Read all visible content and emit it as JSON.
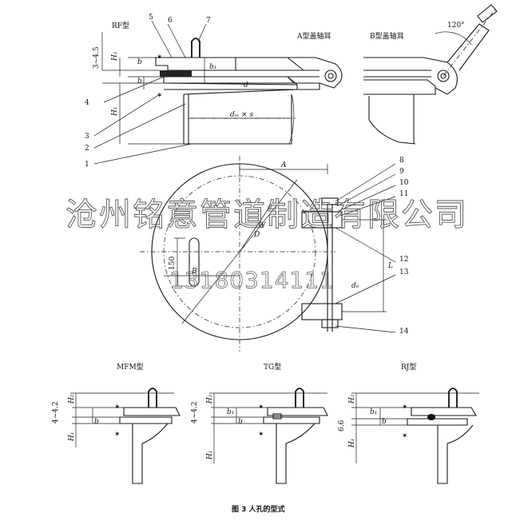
{
  "top": {
    "rf_label": "RF型",
    "a_label": "A型盖轴耳",
    "b_label": "B型盖轴耳",
    "angle": "120°",
    "dim_range": "3~4.5",
    "h2": "H₂",
    "h1": "H₁",
    "b": "b",
    "b1": "b₁",
    "d": "d",
    "dw_s": "dₘ × s",
    "parts_left": [
      "5",
      "6",
      "7",
      "4",
      "3",
      "2",
      "1"
    ]
  },
  "middle": {
    "A": "A",
    "B": "B",
    "D": "D",
    "W": "W",
    "slot": "150",
    "L": "L",
    "d0": "d₀",
    "parts_right": [
      "8",
      "9",
      "10",
      "11",
      "12",
      "13",
      "14"
    ]
  },
  "bottom": {
    "mfm_label": "MFM型",
    "tg_label": "TG型",
    "rj_label": "RJ型",
    "mfm_dim": "4~4.2",
    "tg_dim": "4~4.2",
    "rj_dim": "6.6"
  },
  "watermark": {
    "line1": "沧州铭意管道制造有限公司",
    "line2": "13180314111"
  },
  "caption": "图 3   人孔的型式"
}
